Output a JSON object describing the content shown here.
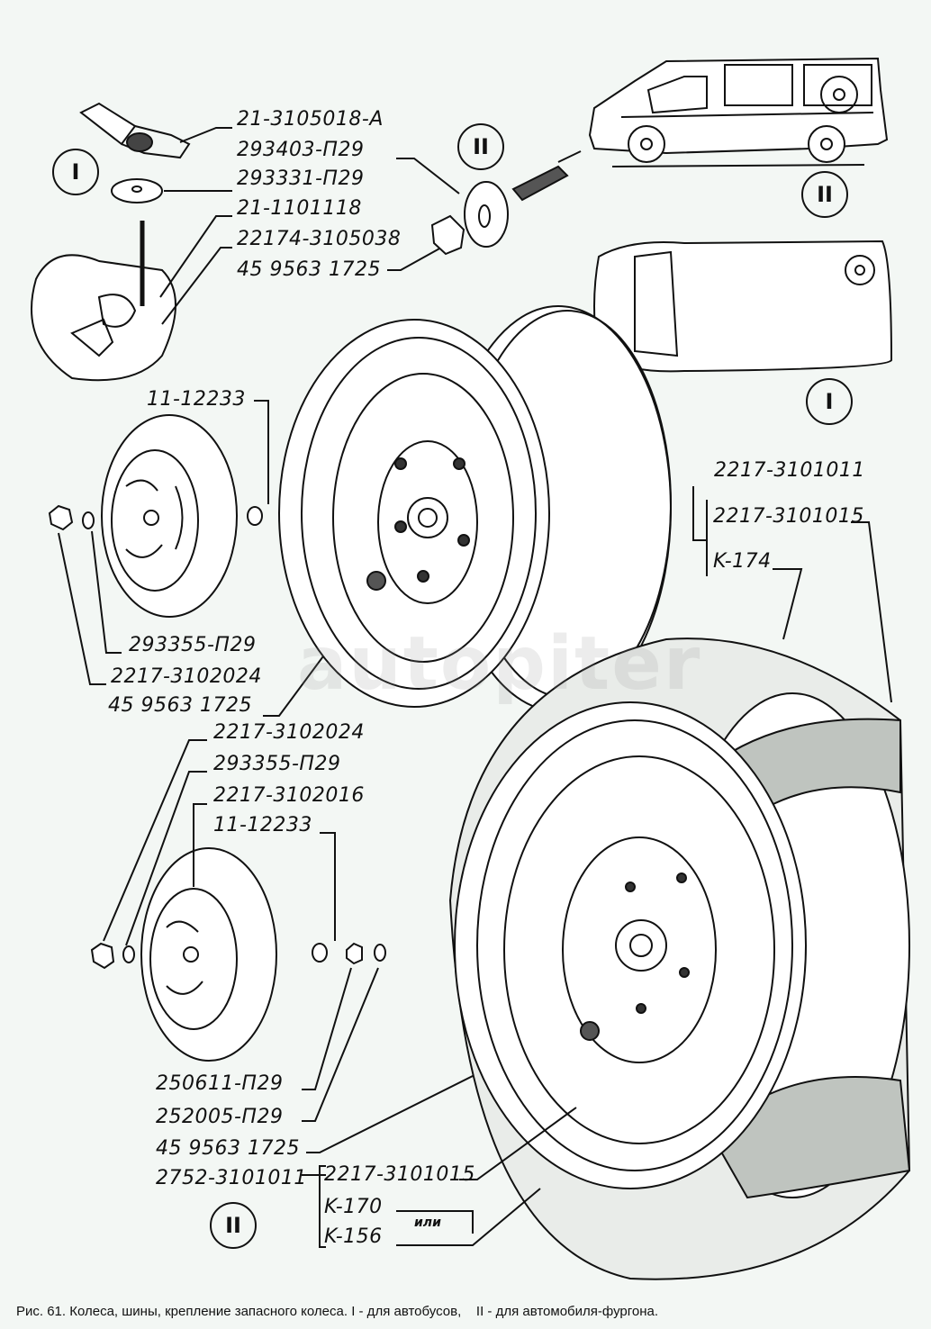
{
  "figure": {
    "caption": "Рис. 61. Колеса, шины, крепление запасного колеса. I - для автобусов,    II - для автомобиля-фургона.",
    "watermark": "autopiter"
  },
  "markers": {
    "I_top": "I",
    "II_top": "II",
    "II_van_side": "II",
    "I_van_top": "I",
    "I_wheel": "I",
    "II_bottom": "II"
  },
  "labels": {
    "spare_mount": [
      "21-3105018-A",
      "293403-П29",
      "293331-П29",
      "21-1101118",
      "22174-3105038",
      "45 9563 1725"
    ],
    "cap_top": {
      "nut": "11-12233",
      "washer": "293355-П29",
      "cap": "2217-3102024",
      "wheel_nut": "45 9563 1725"
    },
    "cap_bottom": {
      "cap": "2217-3102024",
      "washer": "293355-П29",
      "cap_alt": "2217-3102016",
      "nut": "11-12233",
      "nut2": "250611-П29",
      "washer2": "252005-П29",
      "wheel_nut": "45 9563 1725"
    },
    "wheel_I": {
      "assembly": "2217-3101011",
      "rim": "2217-3101015",
      "tire": "K-174"
    },
    "wheel_II": {
      "assembly": "2752-3101011",
      "rim": "2217-3101015",
      "tire1": "K-170",
      "tire2": "K-156",
      "or": "или"
    }
  }
}
